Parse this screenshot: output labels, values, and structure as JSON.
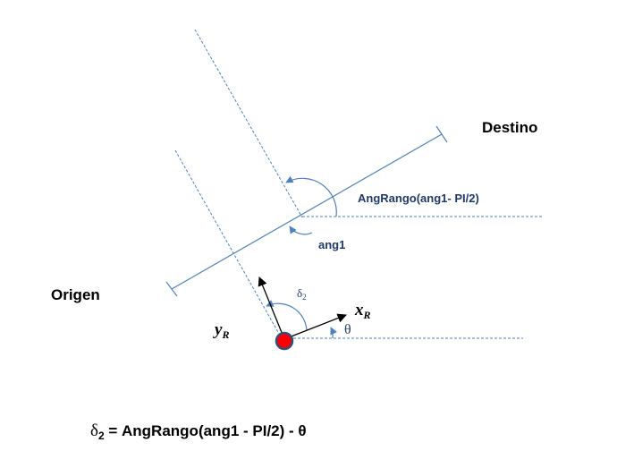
{
  "labels": {
    "destino": "Destino",
    "origen": "Origen",
    "angrango": "AngRango(ang1- PI/2)",
    "ang1": "ang1",
    "delta_sym": "δ",
    "delta_sub": "2",
    "xr_main": "x",
    "xr_sub": "R",
    "yr_main": "y",
    "yr_sub": "R",
    "theta": "θ"
  },
  "formula": {
    "delta": "δ",
    "sub": "2",
    "rest": " = AngRango(ang1 - PI/2) - θ"
  },
  "colors": {
    "line": "#4f81bd",
    "arc_text": "#1f3a6b",
    "robot": "#ff0000",
    "robot_stroke": "#2f4f7f",
    "text": "#000000"
  }
}
